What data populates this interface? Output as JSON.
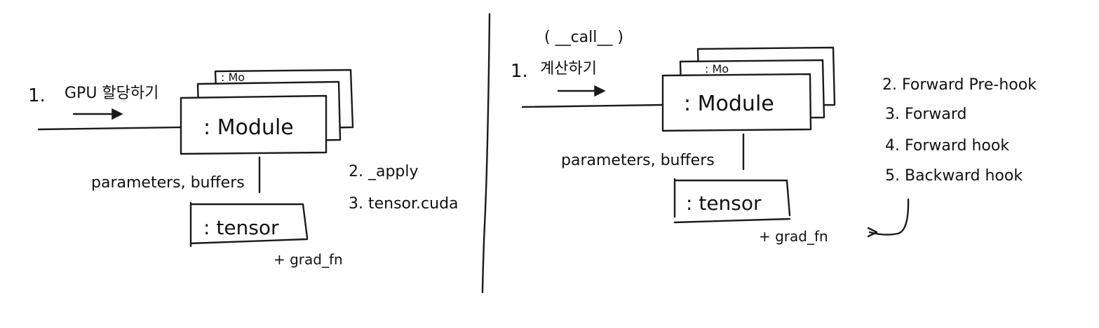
{
  "left": {
    "step1_number": "1.",
    "step1_label": "GPU 할당하기",
    "module_label": ": Module",
    "ghost_label": ": Mo",
    "edge_label": "parameters, buffers",
    "tensor_label": ": tensor",
    "grad_label": "+ grad_fn",
    "steps": [
      "2. _apply",
      "3. tensor.cuda"
    ]
  },
  "right": {
    "call_label": "( __call__ )",
    "step1_number": "1.",
    "step1_label": "계산하기",
    "module_label": ": Module",
    "ghost_label": ": Mo",
    "edge_label": "parameters, buffers",
    "tensor_label": ": tensor",
    "grad_label": "+ grad_fn",
    "steps": [
      "2. Forward Pre-hook",
      "3. Forward",
      "4. Forward hook",
      "5. Backward hook"
    ]
  }
}
